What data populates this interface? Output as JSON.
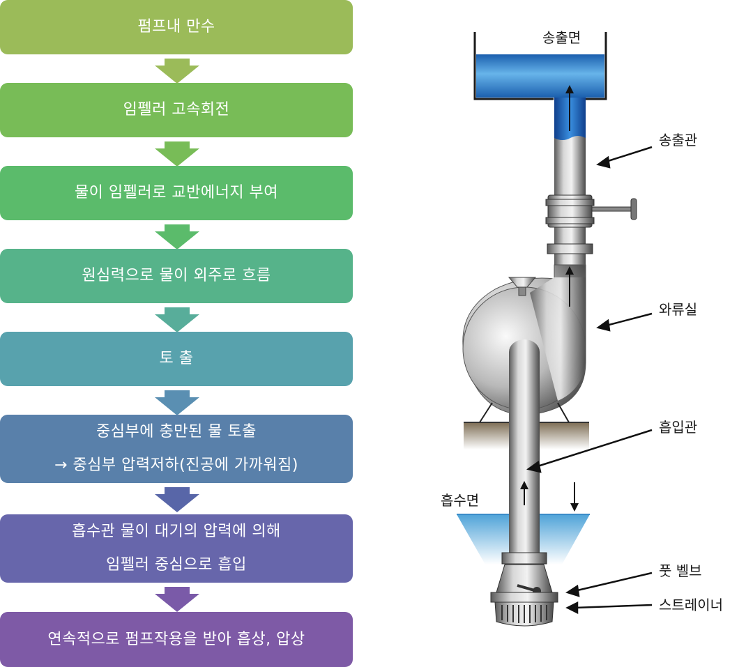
{
  "flow": {
    "steps": [
      {
        "lines": [
          "펌프내 만수"
        ],
        "color": "#9bbb59"
      },
      {
        "lines": [
          "임펠러 고속회전"
        ],
        "color": "#78bc57"
      },
      {
        "lines": [
          "물이 임펠러로 교반에너지 부여"
        ],
        "color": "#5bbb6b"
      },
      {
        "lines": [
          "원심력으로 물이 외주로 흐름"
        ],
        "color": "#56b38a"
      },
      {
        "lines": [
          "토 출"
        ],
        "color": "#58a2ad"
      },
      {
        "lines": [
          "중심부에 충만된 물 토출",
          "→ 중심부 압력저하(진공에 가까워짐)"
        ],
        "color": "#5980aa"
      },
      {
        "lines": [
          "흡수관 물이 대기의 압력에 의해",
          "임펠러 중심으로 흡입"
        ],
        "color": "#6766ab"
      },
      {
        "lines": [
          "연속적으로 펌프작용을 받아 흡상, 압상"
        ],
        "color": "#7e5aa6"
      }
    ],
    "arrow_colors": [
      "#9bbb59",
      "#78bc57",
      "#5bbb6b",
      "#58ad9a",
      "#5a8fb2",
      "#5866a8",
      "#7a5aa8"
    ]
  },
  "pump_diagram": {
    "labels": {
      "discharge_surface": "송출면",
      "discharge_pipe": "송출관",
      "volute": "와류실",
      "suction_pipe": "흡입관",
      "suction_surface": "흡수면",
      "foot_valve": "풋 벨브",
      "strainer": "스트레이너"
    },
    "water_color": "#1e73c8",
    "pipe_color": "#9a9a9a"
  }
}
